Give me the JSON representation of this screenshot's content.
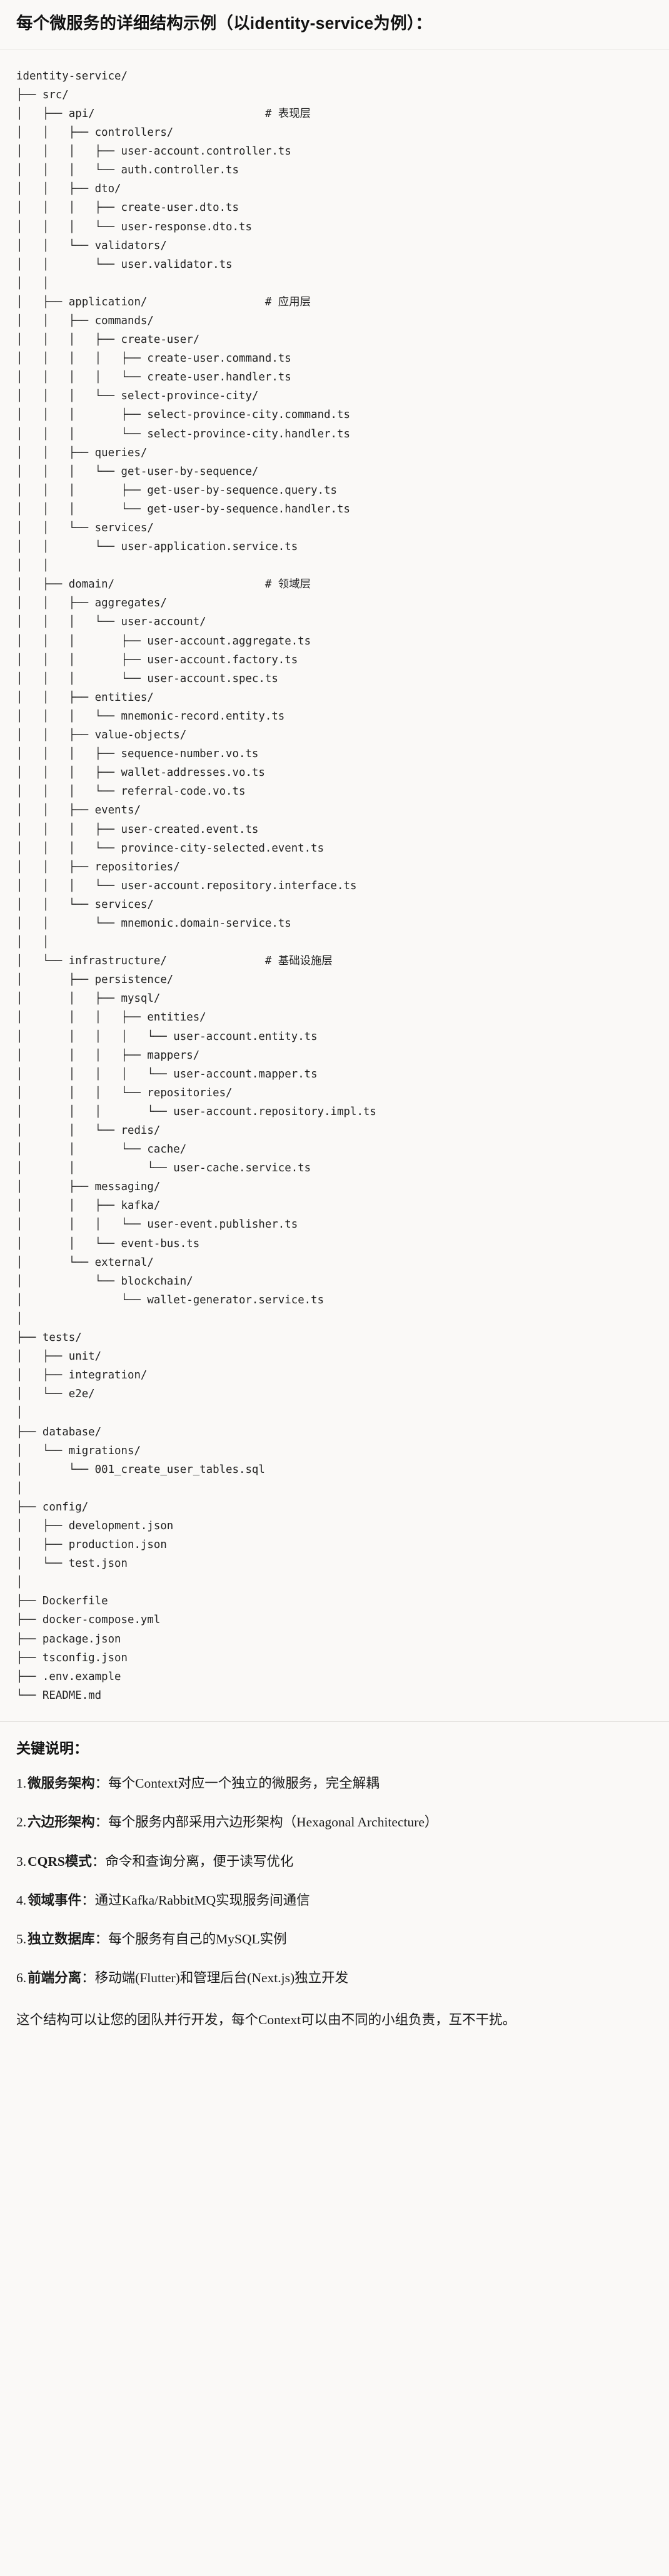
{
  "heading": {
    "text": "每个微服务的详细结构示例（以identity-service为例）："
  },
  "tree": {
    "root_label": "identity-service/",
    "text": "identity-service/\n├── src/\n│   ├── api/                          # 表现层\n│   │   ├── controllers/\n│   │   │   ├── user-account.controller.ts\n│   │   │   └── auth.controller.ts\n│   │   ├── dto/\n│   │   │   ├── create-user.dto.ts\n│   │   │   └── user-response.dto.ts\n│   │   └── validators/\n│   │       └── user.validator.ts\n│   │\n│   ├── application/                  # 应用层\n│   │   ├── commands/\n│   │   │   ├── create-user/\n│   │   │   │   ├── create-user.command.ts\n│   │   │   │   └── create-user.handler.ts\n│   │   │   └── select-province-city/\n│   │   │       ├── select-province-city.command.ts\n│   │   │       └── select-province-city.handler.ts\n│   │   ├── queries/\n│   │   │   └── get-user-by-sequence/\n│   │   │       ├── get-user-by-sequence.query.ts\n│   │   │       └── get-user-by-sequence.handler.ts\n│   │   └── services/\n│   │       └── user-application.service.ts\n│   │\n│   ├── domain/                       # 领域层\n│   │   ├── aggregates/\n│   │   │   └── user-account/\n│   │   │       ├── user-account.aggregate.ts\n│   │   │       ├── user-account.factory.ts\n│   │   │       └── user-account.spec.ts\n│   │   ├── entities/\n│   │   │   └── mnemonic-record.entity.ts\n│   │   ├── value-objects/\n│   │   │   ├── sequence-number.vo.ts\n│   │   │   ├── wallet-addresses.vo.ts\n│   │   │   └── referral-code.vo.ts\n│   │   ├── events/\n│   │   │   ├── user-created.event.ts\n│   │   │   └── province-city-selected.event.ts\n│   │   ├── repositories/\n│   │   │   └── user-account.repository.interface.ts\n│   │   └── services/\n│   │       └── mnemonic.domain-service.ts\n│   │\n│   └── infrastructure/               # 基础设施层\n│       ├── persistence/\n│       │   ├── mysql/\n│       │   │   ├── entities/\n│       │   │   │   └── user-account.entity.ts\n│       │   │   ├── mappers/\n│       │   │   │   └── user-account.mapper.ts\n│       │   │   └── repositories/\n│       │   │       └── user-account.repository.impl.ts\n│       │   └── redis/\n│       │       └── cache/\n│       │           └── user-cache.service.ts\n│       ├── messaging/\n│       │   ├── kafka/\n│       │   │   └── user-event.publisher.ts\n│       │   └── event-bus.ts\n│       └── external/\n│           └── blockchain/\n│               └── wallet-generator.service.ts\n│\n├── tests/\n│   ├── unit/\n│   ├── integration/\n│   └── e2e/\n│\n├── database/\n│   └── migrations/\n│       └── 001_create_user_tables.sql\n│\n├── config/\n│   ├── development.json\n│   ├── production.json\n│   └── test.json\n│\n├── Dockerfile\n├── docker-compose.yml\n├── package.json\n├── tsconfig.json\n├── .env.example\n└── README.md",
    "layer_comments": [
      "# 表现层",
      "# 应用层",
      "# 领域层",
      "# 基础设施层"
    ]
  },
  "notes": {
    "title": "关键说明：",
    "items": [
      {
        "term": "微服务架构",
        "sep": "：",
        "desc": "每个Context对应一个独立的微服务，完全解耦"
      },
      {
        "term": "六边形架构",
        "sep": "：",
        "desc": "每个服务内部采用六边形架构（Hexagonal Architecture）"
      },
      {
        "term": "CQRS模式",
        "sep": "：",
        "desc": "命令和查询分离，便于读写优化"
      },
      {
        "term": "领域事件",
        "sep": "：",
        "desc": "通过Kafka/RabbitMQ实现服务间通信"
      },
      {
        "term": "独立数据库",
        "sep": "：",
        "desc": "每个服务有自己的MySQL实例"
      },
      {
        "term": "前端分离",
        "sep": "：",
        "desc": "移动端(Flutter)和管理后台(Next.js)独立开发"
      }
    ],
    "closing": "这个结构可以让您的团队并行开发，每个Context可以由不同的小组负责，互不干扰。"
  }
}
